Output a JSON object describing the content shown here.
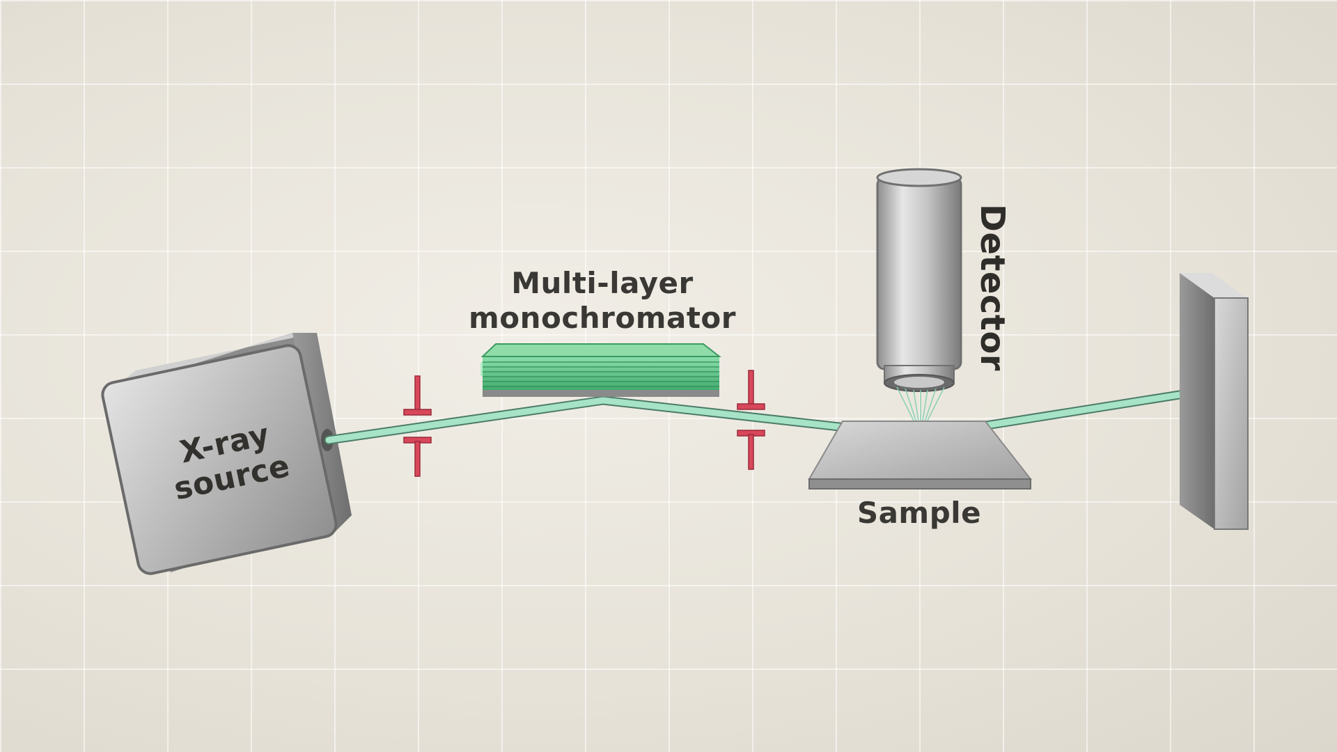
{
  "diagram": {
    "labels": {
      "source": [
        "X-ray",
        "source"
      ],
      "monochromator": [
        "Multi-layer",
        "monochromator"
      ],
      "detector": "Detector",
      "sample": "Sample"
    },
    "colors": {
      "beam": "#9fdcc0",
      "monochromator": "#55c284",
      "slit": "#d8475a",
      "metal": "#b8b8b8",
      "text": "#3a3834"
    }
  }
}
